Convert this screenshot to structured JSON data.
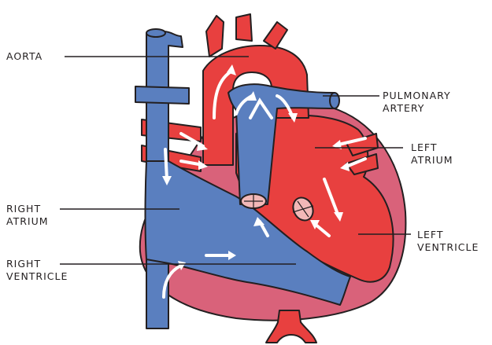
{
  "labels": {
    "aorta": "AORTA",
    "pulmonary_artery": [
      "PULMONARY",
      "ARTERY"
    ],
    "left_atrium": [
      "LEFT",
      "ATRIUM"
    ],
    "right_atrium": [
      "RIGHT",
      "ATRIUM"
    ],
    "left_ventricle": [
      "LEFT",
      "VENTRICLE"
    ],
    "right_ventricle": [
      "RIGHT",
      "VENTRICLE"
    ]
  },
  "colors": {
    "oxygen_rich": "#e8403f",
    "oxygen_poor": "#5a7fbf",
    "muscle": "#d9627a",
    "valve": "#f2b8b8",
    "outline": "#231f20",
    "arrow": "#ffffff"
  }
}
